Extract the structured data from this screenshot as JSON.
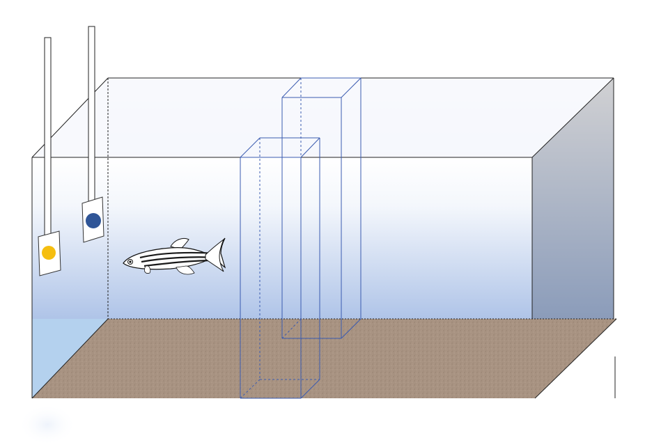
{
  "figure": {
    "description_items": [
      "aquarium-tank",
      "gravel-substrate",
      "left-hanging-card",
      "right-hanging-card",
      "front-transparent-column",
      "back-transparent-column",
      "zebrafish"
    ]
  },
  "cards": {
    "left": {
      "dot_color": "#F5BE10"
    },
    "right": {
      "dot_color": "#2F5597"
    }
  },
  "colors": {
    "water_top": "#FFFFFF",
    "water_bottom": "#AFC4E8",
    "side_wall_top": "#D0D0D2",
    "side_wall_bottom": "#8C9DBB",
    "left_panel": "#B4D1EE",
    "substrate": "#A89382",
    "column_stroke": "#3A5BB0",
    "outline": "#222222"
  }
}
